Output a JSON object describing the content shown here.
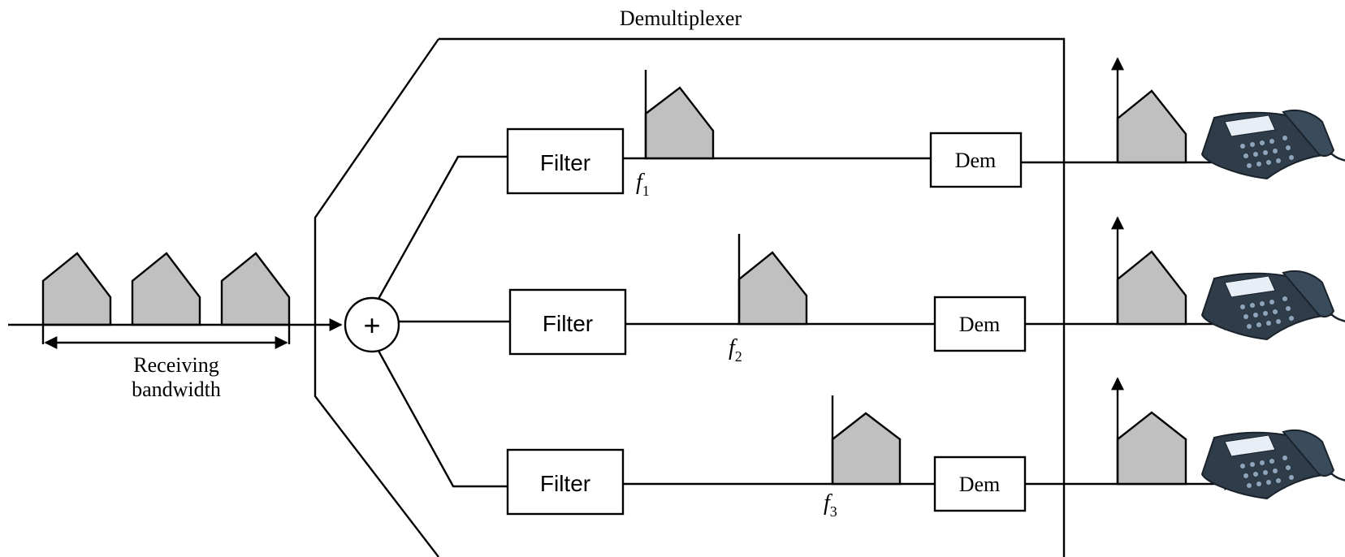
{
  "diagram": {
    "title": "Demultiplexer",
    "input_label_line1": "Receiving",
    "input_label_line2": "bandwidth",
    "combiner_symbol": "+",
    "channels": [
      {
        "filter_label": "Filter",
        "freq_base": "f",
        "freq_sub": "1",
        "dem_label": "Dem"
      },
      {
        "filter_label": "Filter",
        "freq_base": "f",
        "freq_sub": "2",
        "dem_label": "Dem"
      },
      {
        "filter_label": "Filter",
        "freq_base": "f",
        "freq_sub": "3",
        "dem_label": "Dem"
      }
    ],
    "colors": {
      "signal_fill": "#c0c0c0",
      "phone_body": "#2f3d4a"
    }
  }
}
